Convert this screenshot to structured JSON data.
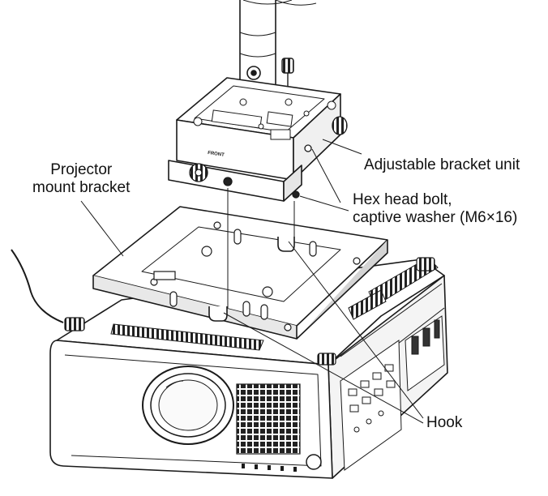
{
  "labels": {
    "projector_mount_bracket": [
      "Projector",
      "mount bracket"
    ],
    "adjustable_bracket_unit": "Adjustable bracket unit",
    "hex_head_bolt": [
      "Hex head bolt,",
      "captive washer (M6×16)"
    ],
    "hook": "Hook",
    "front_mark": "FRONT"
  },
  "colors": {
    "line": "#1a1a1a",
    "shade": "#bfbfbf",
    "dark": "#2a2a2a",
    "paper": "#ffffff"
  }
}
